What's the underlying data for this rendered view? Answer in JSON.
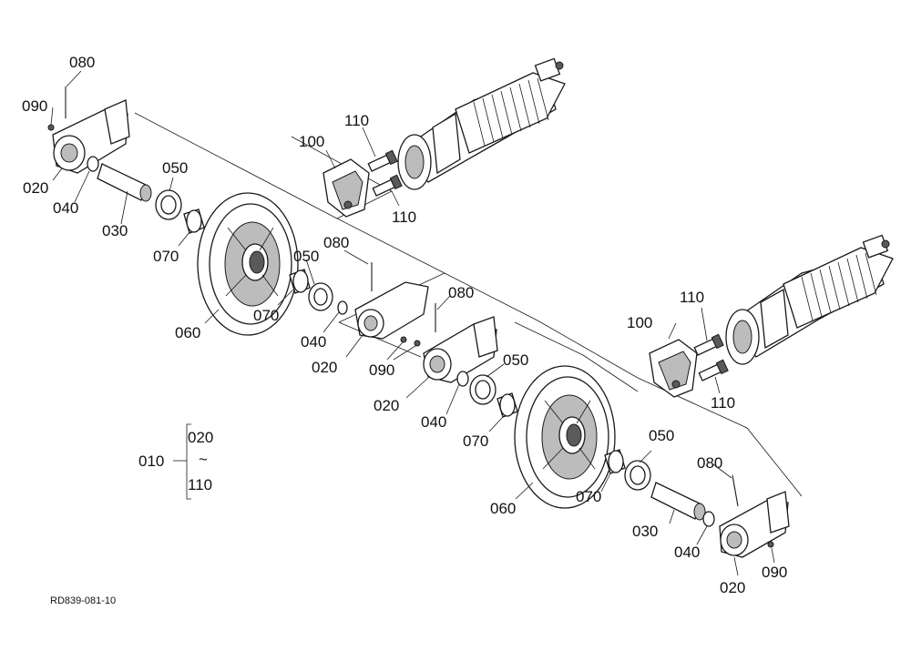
{
  "callouts": {
    "p080_a": "080",
    "p090_a": "090",
    "p020_a": "020",
    "p040_a": "040",
    "p030_a": "030",
    "p050_a": "050",
    "p070_a": "070",
    "p060_a": "060",
    "p100_a": "100",
    "p110_a": "110",
    "p110_b": "110",
    "p080_b": "080",
    "p050_b": "050",
    "p070_b": "070",
    "p040_b": "040",
    "p020_b": "020",
    "p090_b": "090",
    "p080_c": "080",
    "p020_c": "020",
    "p040_c": "040",
    "p050_c": "050",
    "p070_c": "070",
    "p060_b": "060",
    "p070_d": "070",
    "p050_d": "050",
    "p030_b": "030",
    "p040_d": "040",
    "p020_d": "020",
    "p090_c": "090",
    "p080_d": "080",
    "p100_b": "100",
    "p110_c": "110",
    "p110_d": "110"
  },
  "legend": {
    "assembly": "010",
    "range_start": "020",
    "range_sep": "~",
    "range_end": "110"
  },
  "drawing_code": "RD839-081-10"
}
